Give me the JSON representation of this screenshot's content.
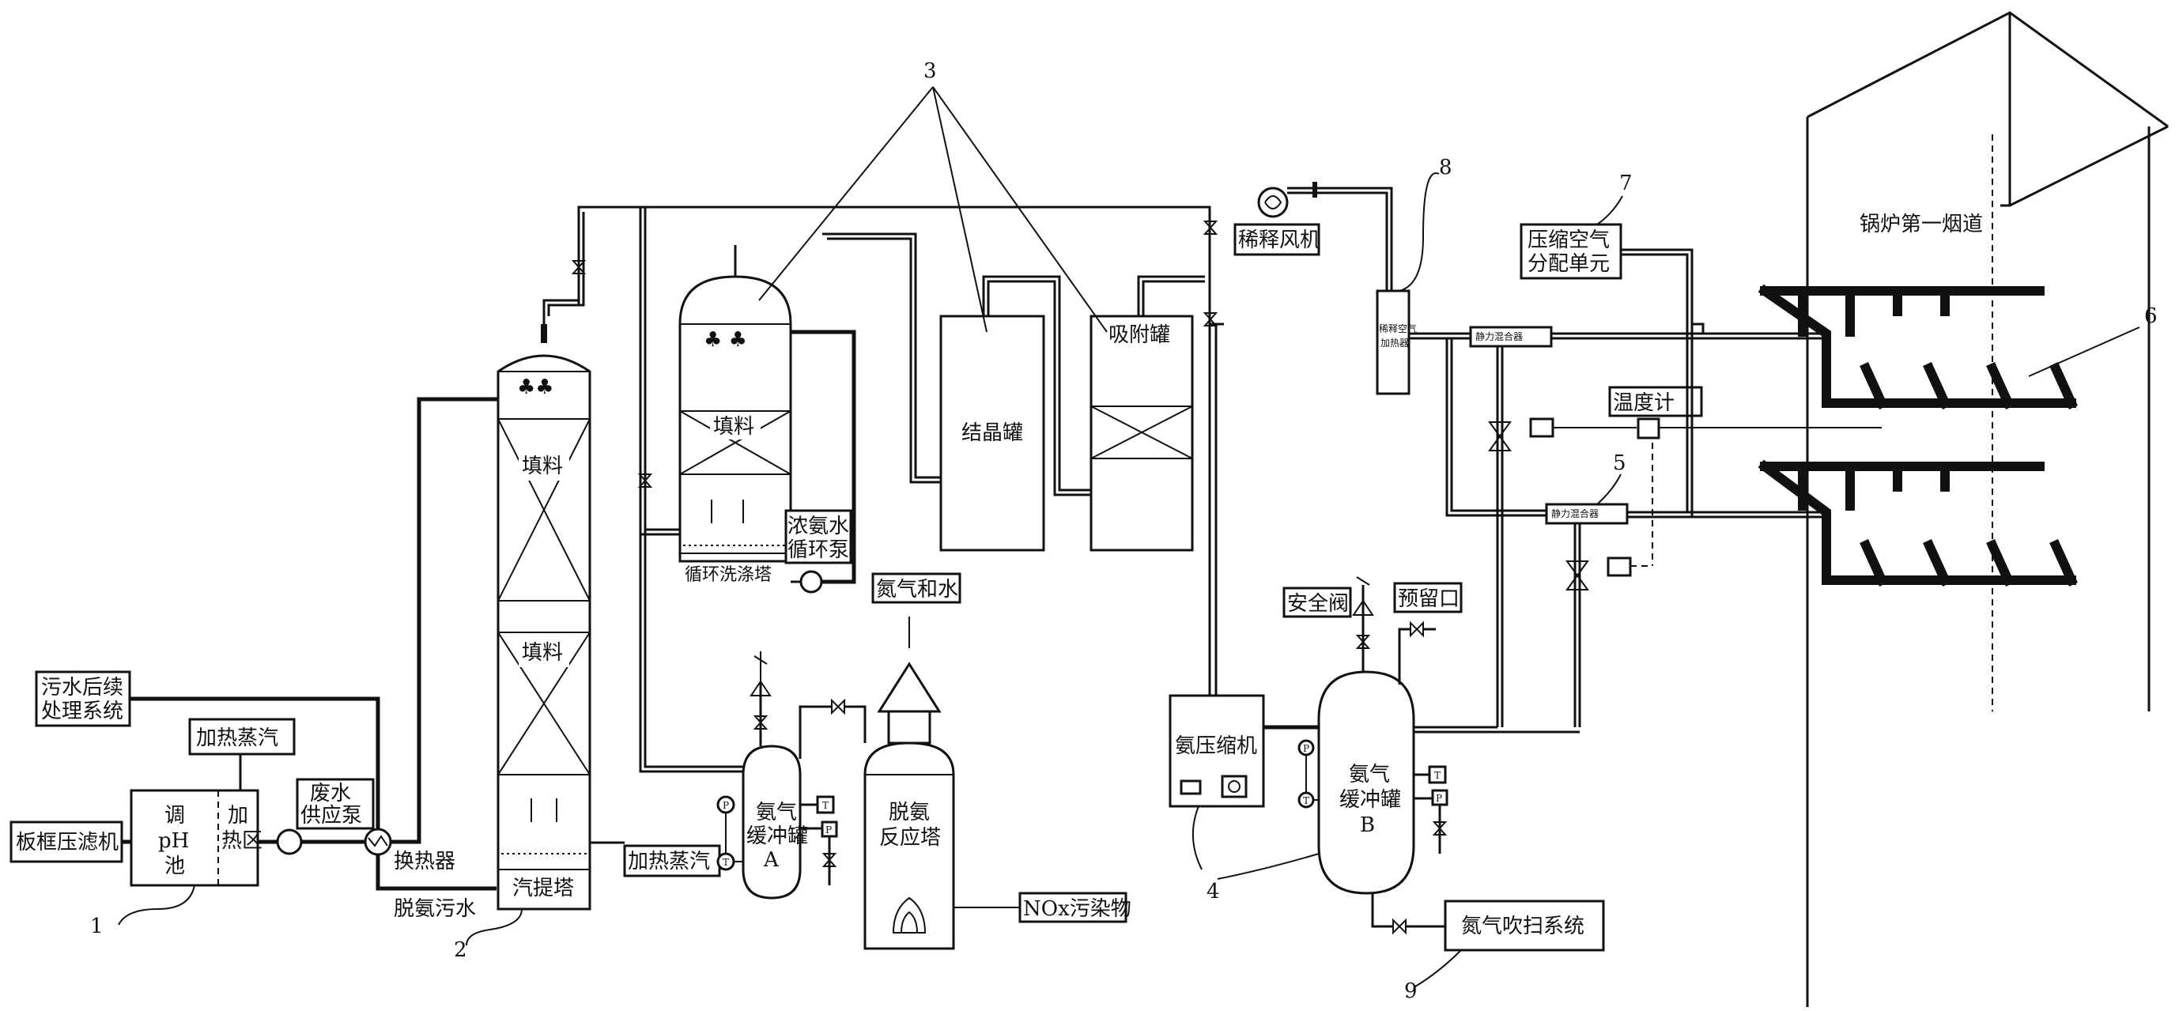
{
  "labels": {
    "filter_press": "板框压滤机",
    "ph_tank_line1": "调",
    "ph_tank_line2": "pH",
    "ph_tank_line3": "池",
    "heat_zone_line1": "加",
    "heat_zone_line2": "热区",
    "heating_steam_top": "加热蒸汽",
    "feed_pump_line1": "废水",
    "feed_pump_line2": "供应泵",
    "sewage_followup_line1": "污水后续",
    "sewage_followup_line2": "处理系统",
    "heat_exchanger": "换热器",
    "deammoniated_water": "脱氨污水",
    "stripper": "汽提塔",
    "heating_steam_bottom": "加热蒸汽",
    "packing1": "填料",
    "packing2": "填料",
    "packing3": "填料",
    "wash_tower": "循环洗涤塔",
    "conc_pump_line1": "浓氨水",
    "conc_pump_line2": "循环泵",
    "crystal_tank": "结晶罐",
    "adsorb_tank": "吸附罐",
    "n2_water": "氮气和水",
    "ammonia_buffer_a_line1": "氨气",
    "ammonia_buffer_a_line2": "缓冲罐",
    "ammonia_buffer_a_line3": "A",
    "denox_tower_line1": "脱氨",
    "denox_tower_line2": "反应塔",
    "nox": "NOx污染物",
    "dilution_fan": "稀释风机",
    "dilution_heater_line1": "稀释空气",
    "dilution_heater_line2": "加热器",
    "static_mixer_1": "静力混合器",
    "static_mixer_2": "静力混合器",
    "compressed_air_line1": "压缩空气",
    "compressed_air_line2": "分配单元",
    "thermometer": "温度计",
    "safety_valve": "安全阀",
    "reserve_port": "预留口",
    "ammonia_compressor": "氨压缩机",
    "ammonia_buffer_b_line1": "氨气",
    "ammonia_buffer_b_line2": "缓冲罐",
    "ammonia_buffer_b_line3": "B",
    "n2_purge": "氮气吹扫系统",
    "boiler_flue": "锅炉第一烟道",
    "gauge_p": "P",
    "gauge_t": "T"
  },
  "callouts": {
    "n1": "1",
    "n2": "2",
    "n3": "3",
    "n4": "4",
    "n5": "5",
    "n6": "6",
    "n7": "7",
    "n8": "8",
    "n9": "9"
  }
}
